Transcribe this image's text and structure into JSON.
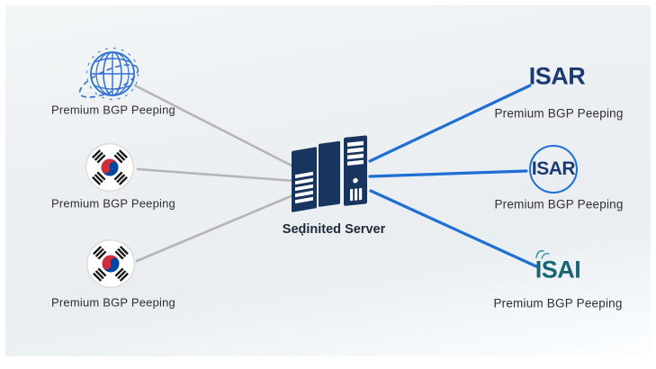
{
  "diagram_title": "BGP peering network diagram",
  "colors": {
    "line_gray": "#b4b5b7",
    "line_blue": "#1f6fd4",
    "logo_navy": "#1b3a72",
    "logo_teal": "#1a6575",
    "server_navy": "#18355f",
    "globe_blue": "#2f6fd0",
    "flag_red": "#cd2e3a",
    "flag_blue": "#0047a0",
    "label_text": "#2f2f33",
    "panel_background": "#eceff2"
  },
  "nodes": {
    "left": [
      {
        "icon": "globe-network-icon",
        "label": "Premium BGP Peeping"
      },
      {
        "icon": "south-korea-flag-icon",
        "label": "Premium BGP Peeping"
      },
      {
        "icon": "south-korea-flag-icon",
        "label": "Premium BGP Peeping"
      }
    ],
    "center": {
      "icon": "server-tower-icon",
      "label": "Seḑinited Server"
    },
    "right": [
      {
        "logo_text": "ISAR",
        "style": "plain-navy",
        "label": "Premium BGP Peeping"
      },
      {
        "logo_text": "ISAR",
        "style": "circled-navy",
        "label": "Premium BGP Peeping"
      },
      {
        "logo_text": "ISAI",
        "style": "teal-with-mark",
        "icon": "scribble-mark-icon",
        "label": "Premium BGP Peeping"
      }
    ]
  },
  "connections": {
    "left_line_color": "#b4b5b7",
    "right_line_color": "#1f6fd4",
    "left_count": 3,
    "right_count": 3
  }
}
